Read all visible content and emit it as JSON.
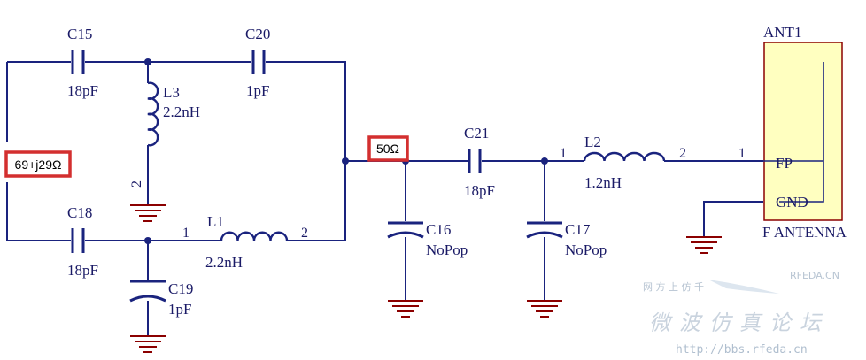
{
  "components": {
    "C15": {
      "ref": "C15",
      "value": "18pF"
    },
    "C20": {
      "ref": "C20",
      "value": "1pF"
    },
    "L3": {
      "ref": "L3",
      "value": "2.2nH",
      "pin": "2"
    },
    "C18": {
      "ref": "C18",
      "value": "18pF"
    },
    "L1": {
      "ref": "L1",
      "value": "2.2nH",
      "pin1": "1",
      "pin2": "2"
    },
    "C19": {
      "ref": "C19",
      "value": "1pF"
    },
    "C16": {
      "ref": "C16",
      "value": "NoPop"
    },
    "C21": {
      "ref": "C21",
      "value": "18pF"
    },
    "C17": {
      "ref": "C17",
      "value": "NoPop"
    },
    "L2": {
      "ref": "L2",
      "value": "1.2nH",
      "pin1": "1",
      "pin2": "2"
    },
    "ANT1": {
      "ref": "ANT1",
      "value": "F ANTENNA",
      "pin_fp": "1",
      "fp": "FP",
      "gnd": "GND"
    }
  },
  "annotations": {
    "input_impedance": "69+j29Ω",
    "match_impedance": "50Ω"
  },
  "watermark": {
    "line1": "网 方 上 仿 千",
    "brand": "RFEDA.CN",
    "chars": "微波仿真论坛",
    "url": "http://bbs.rfeda.cn"
  }
}
